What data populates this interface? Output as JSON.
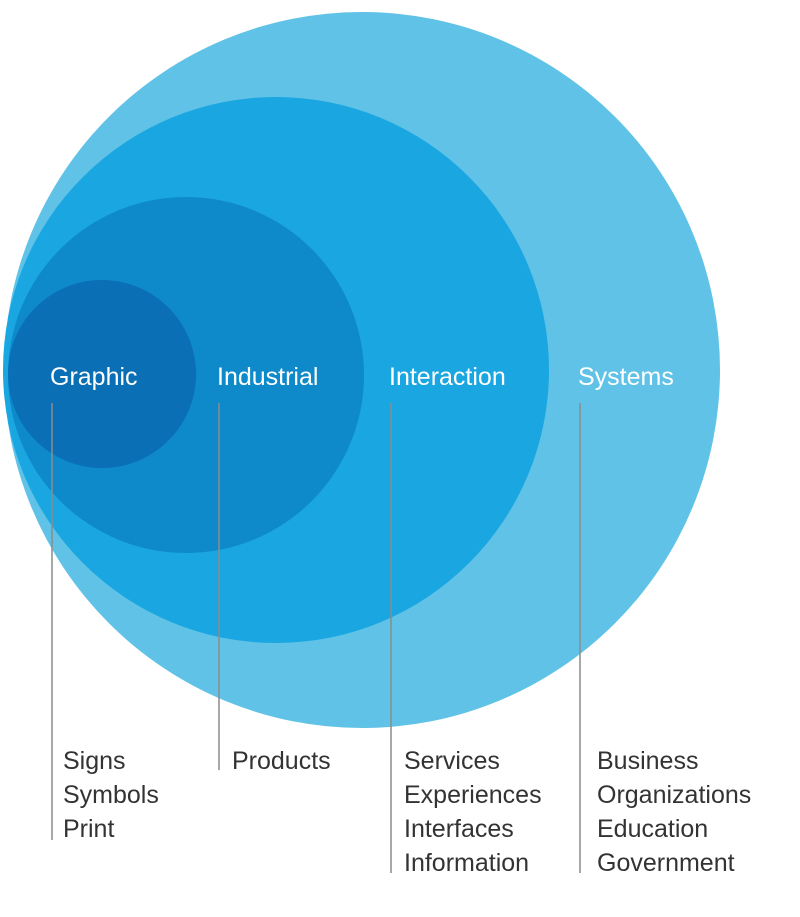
{
  "colors": {
    "systems": "#5fc2e6",
    "interaction": "#19a6e1",
    "industrial": "#0e8acb",
    "graphic": "#0a6fb4",
    "leader_line": "#8c8c8c",
    "list_text": "#333333",
    "label_text": "#ffffff"
  },
  "circles": [
    {
      "id": "systems",
      "label": "Systems",
      "items": [
        "Business",
        "Organizations",
        "Education",
        "Government"
      ]
    },
    {
      "id": "interaction",
      "label": "Interaction",
      "items": [
        "Services",
        "Experiences",
        "Interfaces",
        "Information"
      ]
    },
    {
      "id": "industrial",
      "label": "Industrial",
      "items": [
        "Products"
      ]
    },
    {
      "id": "graphic",
      "label": "Graphic",
      "items": [
        "Signs",
        "Symbols",
        "Print"
      ]
    }
  ]
}
